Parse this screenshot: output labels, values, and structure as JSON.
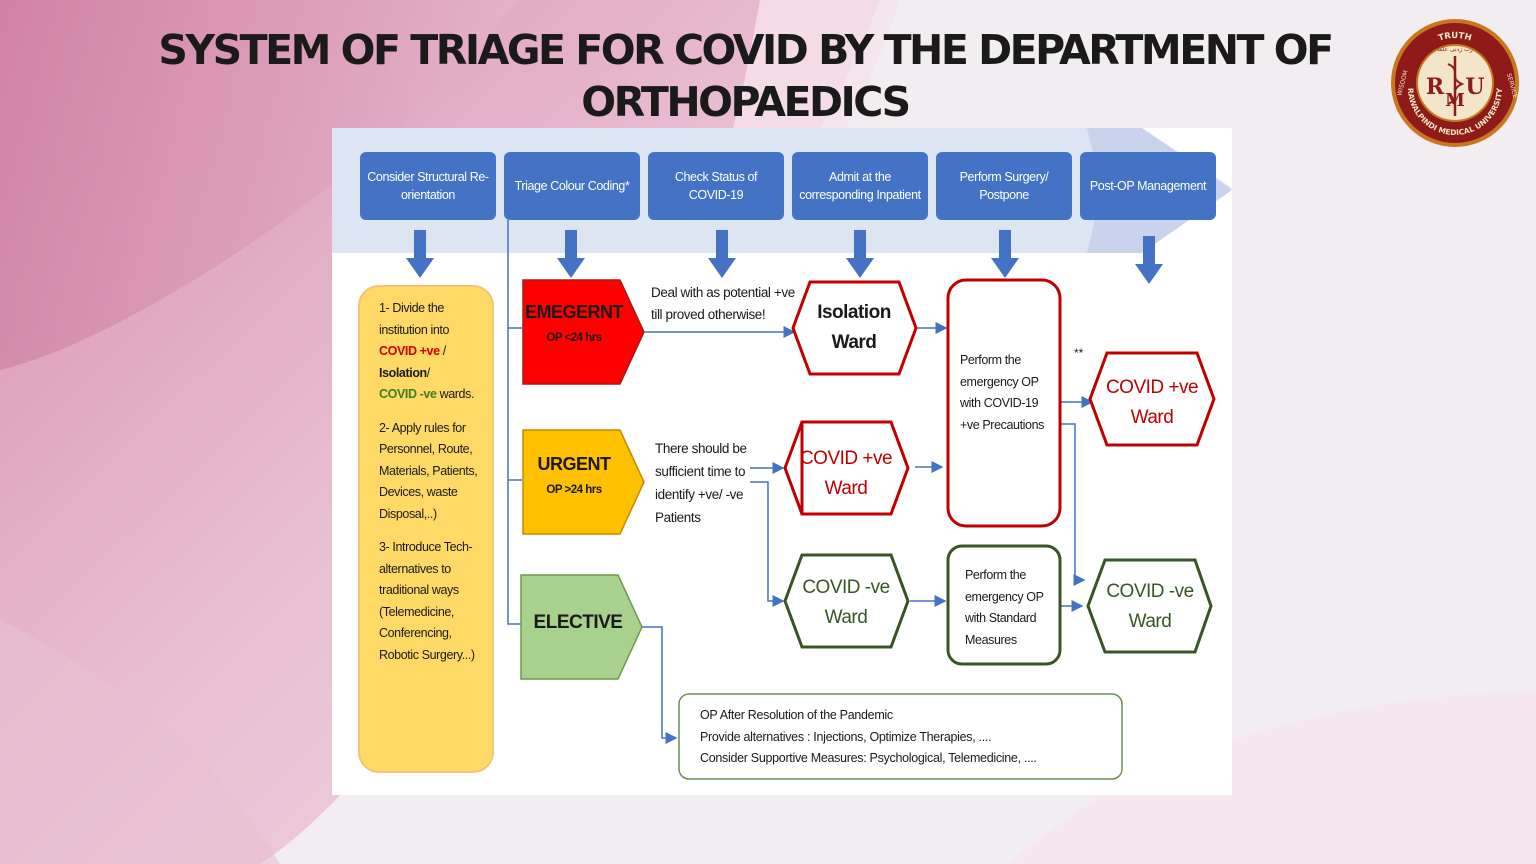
{
  "title": {
    "line1": "SYSTEM OF TRIAGE  FOR COVID BY THE DEPARTMENT OF",
    "line2": "ORTHOPAEDICS"
  },
  "logo": {
    "top_text": "TRUTH",
    "side_text": "RAWALPINDI MEDICAL UNIVERSITY",
    "left_text": "WISDOM",
    "right_text": "SERVICE",
    "monogram_r": "R",
    "monogram_m": "M",
    "monogram_u": "U",
    "motto": "رب زدنی علما"
  },
  "colors": {
    "header_blue": "#4472c4",
    "emergent_red": "#ff0000",
    "urgent_amber": "#ffc000",
    "elective_green": "#a9d18e",
    "ward_red": "#c00000",
    "ward_green": "#375623",
    "side_yellow": "#ffd966"
  },
  "headers": [
    "Consider Structural Re-orientation",
    "Triage Colour Coding*",
    "Check Status of COVID-19",
    "Admit at the corresponding Inpatient",
    "Perform Surgery/ Postpone",
    "Post-OP Management"
  ],
  "side_box": {
    "item1_a": "1- Divide the institution into",
    "item1_covid_pos": "COVID +ve",
    "item1_slash": " /",
    "item1_isolation": "Isolation",
    "item1_slash2": "/",
    "item1_covid_neg": "COVID -ve",
    "item1_end": " wards.",
    "item2": "2- Apply rules for Personnel, Route, Materials, Patients, Devices, waste Disposal,..)",
    "item3": "3- Introduce Tech-alternatives to traditional ways (Telemedicine, Conferencing, Robotic Surgery...)"
  },
  "categories": {
    "emergent_label": "EMEGERNT",
    "emergent_sub": "OP <24 hrs",
    "urgent_label": "URGENT",
    "urgent_sub": "OP >24 hrs",
    "elective_label": "ELECTIVE"
  },
  "notes": {
    "emergent_note": "Deal with as potential +ve till proved otherwise!",
    "urgent_note": "There should be sufficient time to identify +ve/ -ve Patients"
  },
  "wards": {
    "isolation_1": "Isolation",
    "isolation_2": "Ward",
    "covid_pos_1": "COVID +ve",
    "covid_pos_2": "Ward",
    "covid_neg_1": "COVID -ve",
    "covid_neg_2": "Ward",
    "post_pos_1": "COVID +ve",
    "post_pos_2": "Ward",
    "post_neg_1": "COVID -ve",
    "post_neg_2": "Ward"
  },
  "surgery": {
    "covid_pos_op": "Perform the emergency OP with COVID-19 +ve Precautions",
    "standard_op": "Perform the emergency OP with Standard Measures",
    "double_star": "**"
  },
  "elective_box": {
    "line1": "OP After Resolution of the Pandemic",
    "line2": "Provide alternatives : Injections, Optimize Therapies, ....",
    "line3": "Consider Supportive Measures: Psychological, Telemedicine, ...."
  }
}
